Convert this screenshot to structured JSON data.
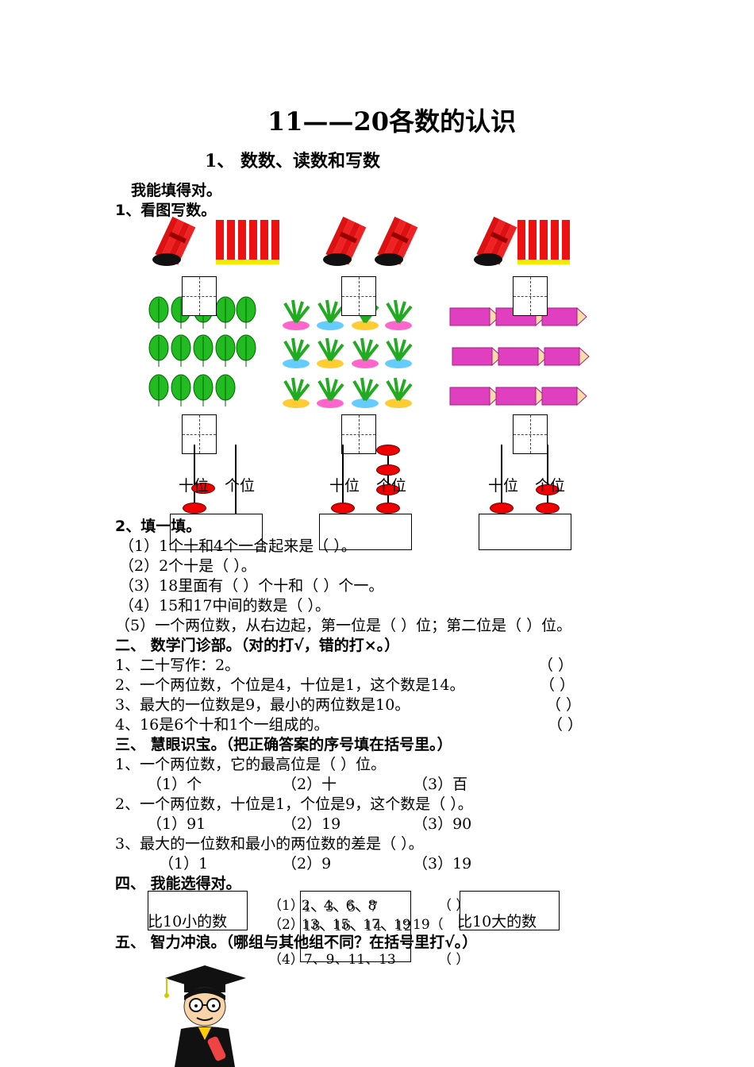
{
  "title": "11——20各数的认识",
  "subtitle": "1、  数数、读数和写数",
  "intro": "我能填得对。",
  "s1": {
    "heading": "1、看图写数。",
    "place_labels": [
      "十位",
      "个位"
    ]
  },
  "s2": {
    "heading": "2、填一填。",
    "items": [
      "（1）1个十和4个一合起来是（        ）。",
      "（2）2个十是（        ）。",
      "（3）18里面有（        ）个十和（        ）个一。",
      "（4）15和17中间的数是（        ）。",
      "（5）一个两位数，从右边起，第一位是（        ）位；第二位是（        ）位。"
    ]
  },
  "s3": {
    "heading": "二、  数学门诊部。（对的打√，错的打×。）",
    "items": [
      {
        "text": "1、二十写作：2。",
        "mark": "（        ）"
      },
      {
        "text": "2、一个两位数，个位是4，十位是1，这个数是14。",
        "mark": "（        ）"
      },
      {
        "text": "3、最大的一位数是9，最小的两位数是10。",
        "mark": "（        ）"
      },
      {
        "text": "4、16是6个十和1个一组成的。",
        "mark": "（        ）"
      }
    ]
  },
  "s4": {
    "heading": "三、  慧眼识宝。（把正确答案的序号填在括号里。）",
    "q1": "1、一个两位数，它的最高位是（        ）位。",
    "q1_opts": [
      "（1）个",
      "（2）十",
      "（3）百"
    ],
    "q2": "2、一个两位数，十位是1，个位是9，这个数是（        ）。",
    "q2_opts": [
      "（1）91",
      "（2）19",
      "（3）90"
    ],
    "q3": "3、最大的一位数和最小的两位数的差是（        ）。",
    "q3_opts": [
      "（1）1",
      "（2）9",
      "（3）19"
    ]
  },
  "s5": {
    "heading": "四、  我能选得对。",
    "left_box": "比10小的数",
    "right_box": "比10大的数",
    "mid_lines": [
      "（1）",
      "（2）"
    ],
    "overlap_a": "2、4、6、8",
    "overlap_b": "1、3、5、7",
    "overlap_c": "13、15、17、19",
    "overlap_d": "18、16、14、12",
    "row3_tail": "19（",
    "paren_right": "（        ）"
  },
  "s6": {
    "heading": "五、  智力冲浪。（哪组与其他组不同？在括号里打√。）",
    "item4": "（4）7、9、11、13",
    "paren": "（        ）"
  },
  "colors": {
    "bead": "#e00000",
    "pencil": "#e040c0",
    "leaf": "#22aa22",
    "stick": "#dd1111"
  }
}
